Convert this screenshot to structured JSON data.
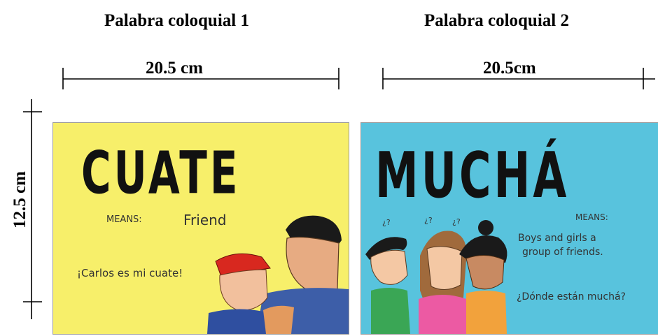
{
  "headings": {
    "left": "Palabra coloquial 1",
    "right": "Palabra coloquial 2"
  },
  "dimensions": {
    "left_width": "20.5 cm",
    "right_width": "20.5cm",
    "height": "12.5 cm"
  },
  "cards": [
    {
      "word": "CUATE",
      "means_label": "MEANS:",
      "meaning": "Friend",
      "example": "¡Carlos es mi cuate!",
      "background": "#f7ef6a"
    },
    {
      "word": "MUCHÁ",
      "means_label": "MEANS:",
      "meaning_lines": [
        "Boys and girls a",
        "group of friends."
      ],
      "example": "¿Dónde están muchá?",
      "question_marks": "¿?",
      "background": "#58c3dd"
    }
  ]
}
